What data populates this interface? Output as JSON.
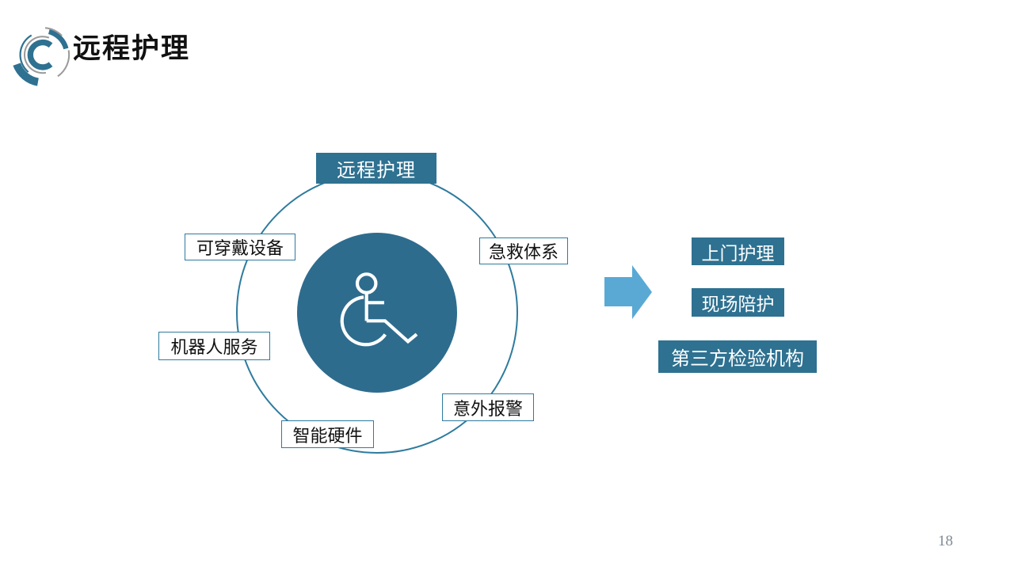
{
  "slide": {
    "title": "远程护理",
    "page_number": "18"
  },
  "diagram": {
    "hub": {
      "label": "远程护理",
      "icon": "wheelchair-icon"
    },
    "satellites": [
      {
        "label": "可穿戴设备"
      },
      {
        "label": "急救体系"
      },
      {
        "label": "机器人服务"
      },
      {
        "label": "意外报警"
      },
      {
        "label": "智能硬件"
      }
    ],
    "results": [
      {
        "label": "上门护理"
      },
      {
        "label": "现场陪护"
      },
      {
        "label": "第三方检验机构"
      }
    ],
    "colors": {
      "teal_box": "#2E7191",
      "hub_circle_fill": "#2E6C8E",
      "circle_outline": "#2E7B9E",
      "arrow_blue": "#5AA9D5",
      "label_text": "#111111",
      "page_number_gray": "#808B96"
    }
  }
}
